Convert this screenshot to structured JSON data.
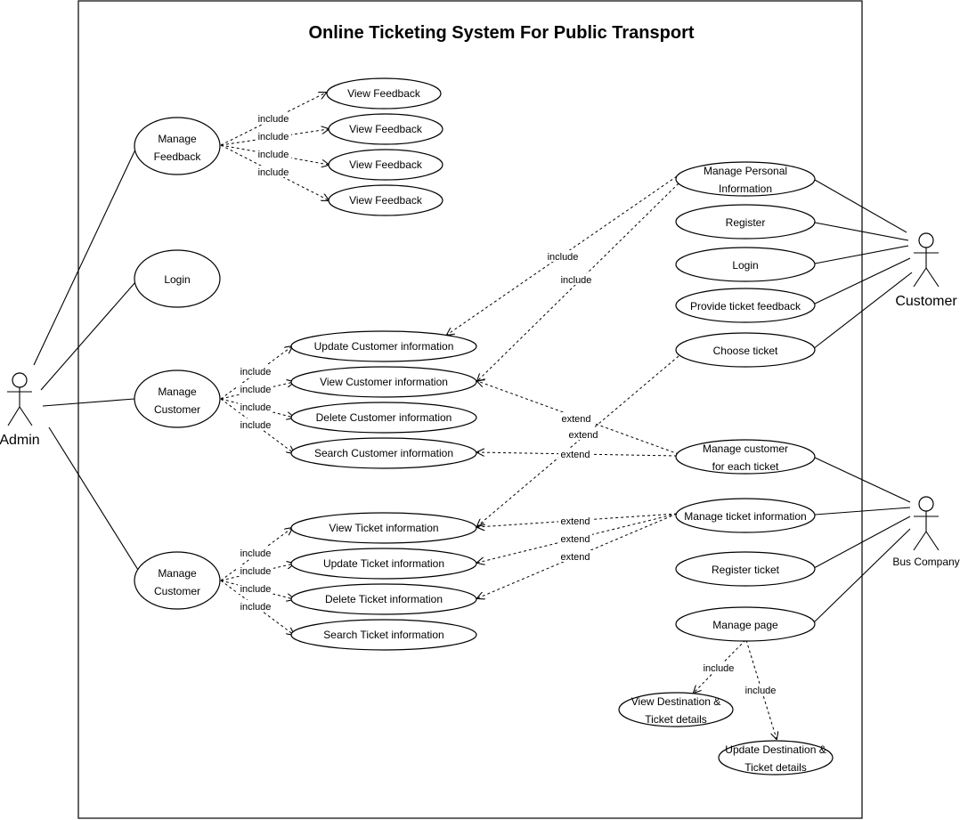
{
  "title": "Online Ticketing System For Public Transport",
  "actors": {
    "admin": "Admin",
    "customer": "Customer",
    "bus_company": "Bus Company"
  },
  "use_cases": {
    "manage_feedback": [
      "Manage",
      "Feedback"
    ],
    "view_feedback_1": "View Feedback",
    "view_feedback_2": "View Feedback",
    "view_feedback_3": "View Feedback",
    "view_feedback_4": "View Feedback",
    "admin_login": "Login",
    "manage_customer_1": [
      "Manage",
      "Customer"
    ],
    "update_customer_info": "Update Customer information",
    "view_customer_info": "View Customer information",
    "delete_customer_info": "Delete Customer information",
    "search_customer_info": "Search Customer information",
    "manage_customer_2": [
      "Manage",
      "Customer"
    ],
    "view_ticket_info": "View Ticket information",
    "update_ticket_info": "Update Ticket information",
    "delete_ticket_info": "Delete Ticket information",
    "search_ticket_info": "Search Ticket information",
    "manage_personal_info": [
      "Manage Personal",
      "Information"
    ],
    "register": "Register",
    "customer_login": "Login",
    "provide_ticket_feedback": "Provide ticket feedback",
    "choose_ticket": "Choose ticket",
    "manage_customer_each_ticket": [
      "Manage customer",
      "for each ticket"
    ],
    "manage_ticket_info": "Manage ticket information",
    "register_ticket": "Register ticket",
    "manage_page": "Manage page",
    "view_destination": [
      "View Destination &",
      "Ticket details"
    ],
    "update_destination": [
      "Update Destination &",
      "Ticket details"
    ]
  },
  "edge_labels": {
    "include": "include",
    "extend": "extend"
  }
}
